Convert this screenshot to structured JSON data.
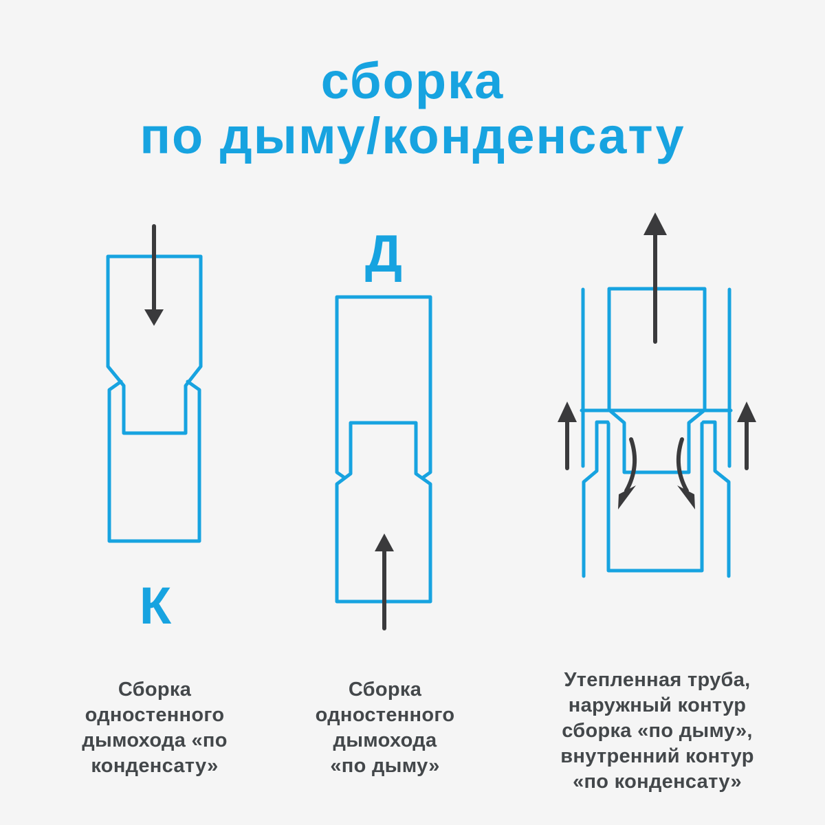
{
  "title": {
    "line1": "сборка",
    "line2": "по дыму/конденсату"
  },
  "colors": {
    "background": "#f5f5f5",
    "accent_blue": "#17a3e0",
    "arrow_dark": "#3a3a3c",
    "caption_text": "#43474a"
  },
  "icons": {
    "down-arrow-icon": "↓",
    "up-arrow-icon": "↑",
    "curved-down-arrow-icon": "⤵"
  },
  "diagrams": [
    {
      "letter": "К",
      "caption_lines": [
        "Сборка",
        "одностенного",
        "дымохода «по",
        "конденсату»"
      ]
    },
    {
      "letter": "Д",
      "caption_lines": [
        "Сборка",
        "одностенного",
        "дымохода",
        "«по дыму»"
      ]
    },
    {
      "caption_lines": [
        "Утепленная труба,",
        "наружный контур",
        "сборка «по дыму»,",
        "внутренний контур",
        "«по конденсату»"
      ]
    }
  ]
}
